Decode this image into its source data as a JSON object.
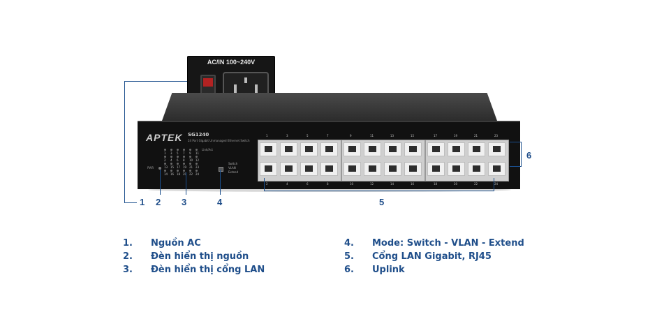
{
  "power_inset": {
    "label": "AC/IN 100~240V"
  },
  "device": {
    "brand": "APTEK",
    "model": "SG1240",
    "description": "24 Port Gigabit Unmanaged Ethernet Switch",
    "pwr_label": "PWR",
    "link_label": "Link/Act",
    "mode_labels": [
      "Switch",
      "VLAN",
      "Extend"
    ],
    "led_numbers": [
      [
        "1",
        "3",
        "5",
        "7",
        "9",
        "11"
      ],
      [
        "2",
        "4",
        "6",
        "8",
        "10",
        "12"
      ],
      [
        "13",
        "15",
        "17",
        "19",
        "21",
        "23"
      ],
      [
        "14",
        "16",
        "18",
        "20",
        "22",
        "24"
      ]
    ],
    "top_port_numbers": [
      "1",
      "3",
      "5",
      "7",
      "9",
      "11",
      "13",
      "15",
      "17",
      "19",
      "21",
      "23"
    ],
    "bottom_port_numbers": [
      "2",
      "4",
      "6",
      "8",
      "10",
      "12",
      "14",
      "16",
      "18",
      "20",
      "22",
      "24"
    ]
  },
  "callouts": [
    "1",
    "2",
    "3",
    "4",
    "5",
    "6"
  ],
  "legend": [
    {
      "num": "1.",
      "text": "Nguồn AC"
    },
    {
      "num": "2.",
      "text": "Đèn hiển thị nguồn"
    },
    {
      "num": "3.",
      "text": "Đèn hiển thị cổng LAN"
    },
    {
      "num": "4.",
      "text": "Mode: Switch - VLAN - Extend"
    },
    {
      "num": "5.",
      "text": "Cổng LAN Gigabit, RJ45"
    },
    {
      "num": "6.",
      "text": "Uplink"
    }
  ],
  "colors": {
    "legend_text": "#1f4e8a",
    "callout_line": "#1a4e8c",
    "device_body": "#111111"
  }
}
